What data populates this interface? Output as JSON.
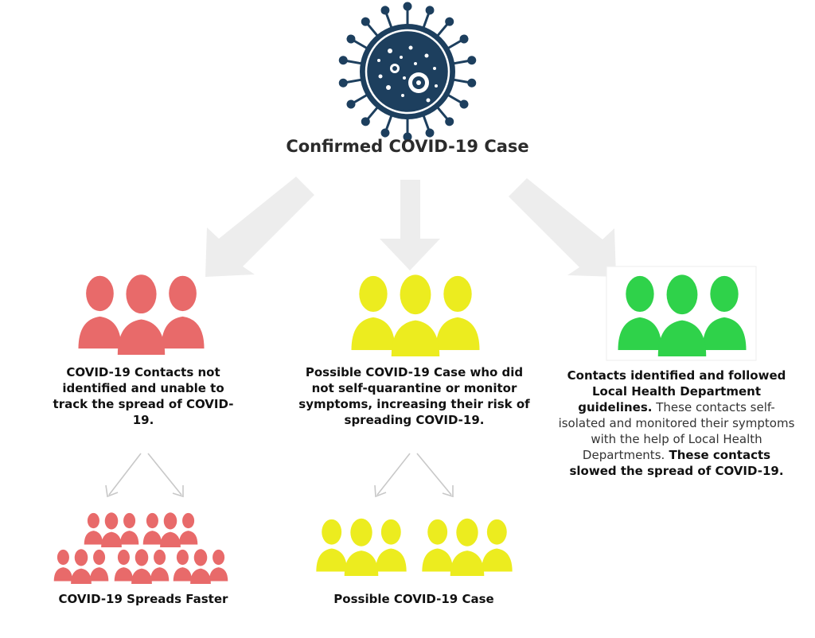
{
  "diagram": {
    "root": {
      "label": "Confirmed COVID-19 Case",
      "icon": "virus-icon",
      "color": "#1d3f5e"
    },
    "branches": [
      {
        "id": "not-identified",
        "color": "#e86a6a",
        "icon": "people-group-icon",
        "description": "COVID-19 Contacts not identified and unable to track the spread of COVID-19.",
        "outcome": {
          "icon": "many-groups-icon",
          "label": "COVID-19 Spreads Faster"
        }
      },
      {
        "id": "possible-case",
        "color": "#ecec1f",
        "icon": "people-group-icon",
        "description": "Possible COVID-19 Case who did not self-quarantine or monitor symptoms, increasing their risk of spreading COVID-19.",
        "outcome": {
          "icon": "two-groups-icon",
          "label": "Possible COVID-19 Case"
        }
      },
      {
        "id": "identified",
        "color": "#2fd24a",
        "icon": "people-group-icon",
        "description_bold_1": "Contacts identified and followed Local Health Department guidelines.",
        "description_plain": " These contacts self-isolated and monitored their symptoms with the help of Local Health Departments.",
        "description_bold_2": " These contacts slowed the spread of COVID-19."
      }
    ]
  }
}
